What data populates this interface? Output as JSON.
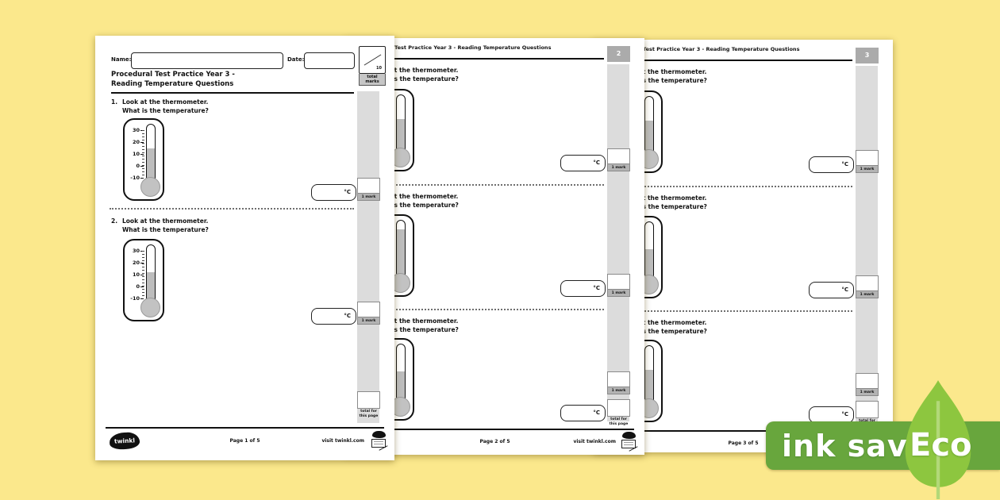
{
  "background_color": "#FBE88C",
  "worksheet": {
    "name_label": "Name:",
    "date_label": "Date:",
    "title_line1": "Procedural Test Practice Year 3 -",
    "title_line2": "Reading Temperature Questions",
    "header_compact": "Procedural Test Practice Year 3 - Reading Temperature Questions",
    "total_marks_value": "10",
    "total_marks_label": "total marks",
    "question_line1": "Look at the thermometer.",
    "question_line2": "What is the temperature?",
    "unit_label": "°C",
    "mark_label": "1 mark",
    "total_page_label_line1": "total for",
    "total_page_label_line2": "this page",
    "visit_label": "visit twinkl.com",
    "brand": "twinkl",
    "thermometer_scale": [
      "30",
      "20",
      "10",
      "0",
      "-10"
    ]
  },
  "pages": [
    {
      "number": "1",
      "footer": "Page 1 of 5",
      "questions": [
        {
          "number": "1.",
          "reading_c": 15
        },
        {
          "number": "2.",
          "reading_c": 12
        }
      ]
    },
    {
      "number": "2",
      "footer": "Page 2 of 5"
    },
    {
      "number": "3",
      "footer": "Page 3 of 5"
    }
  ],
  "eco_badge": {
    "label": "ink saving",
    "eco_label": "Eco",
    "banner_color": "#68A63D",
    "leaf_color": "#8DC63F"
  }
}
